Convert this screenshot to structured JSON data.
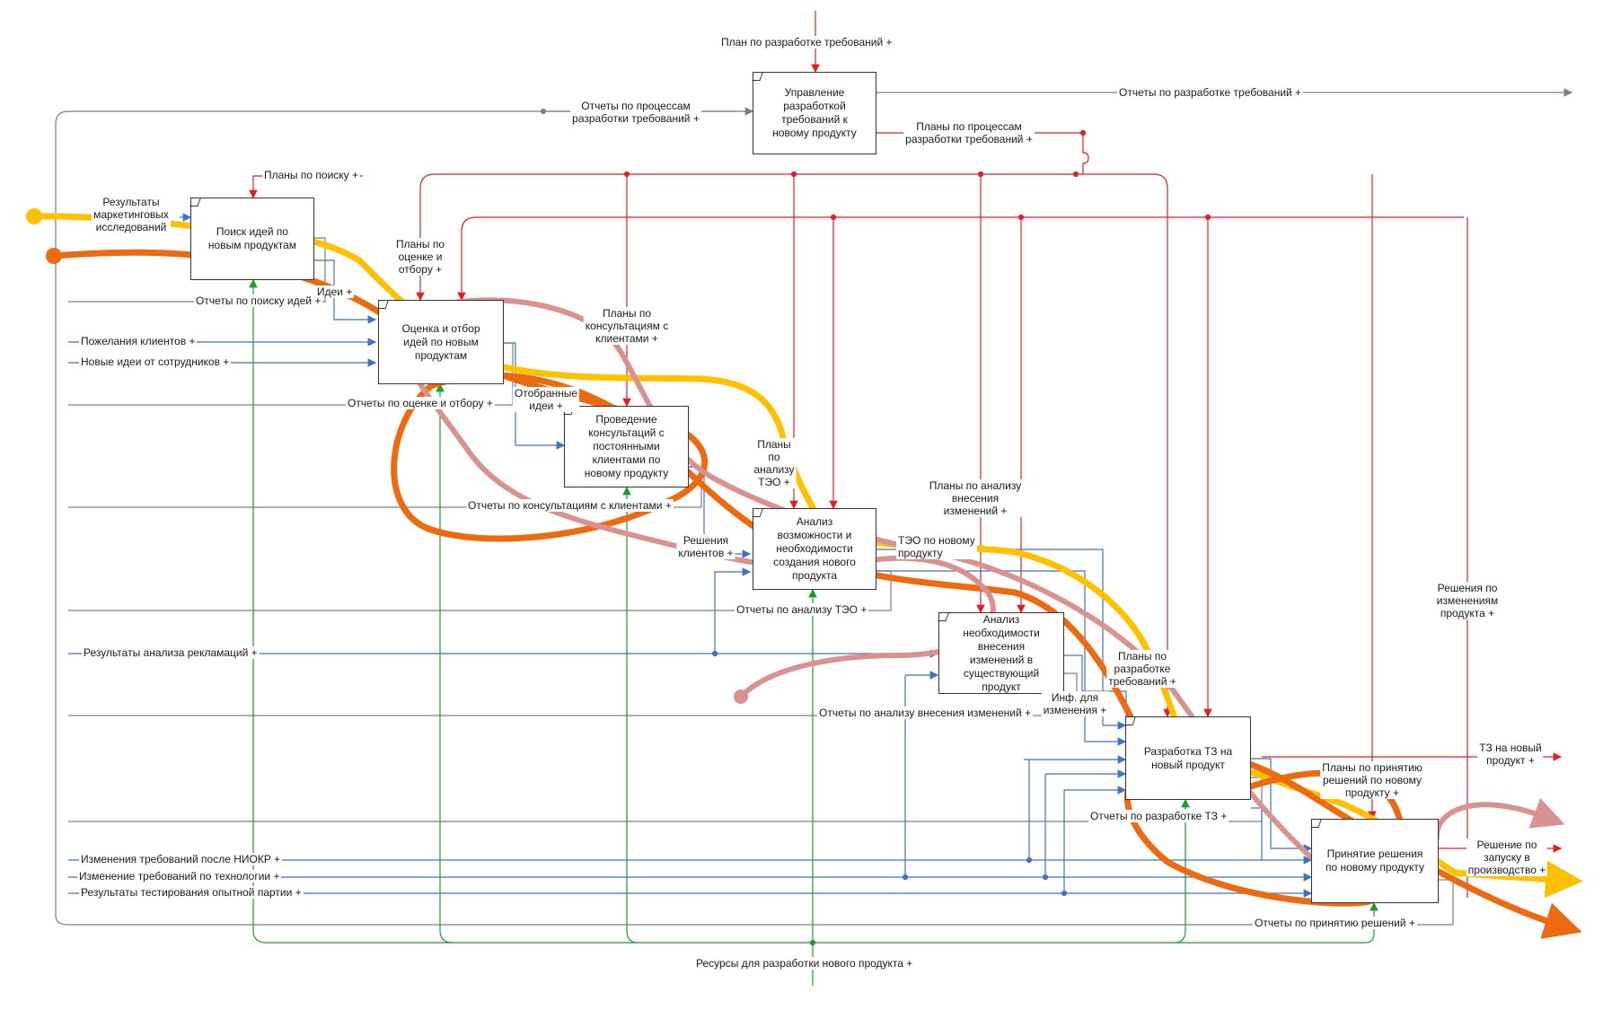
{
  "colors": {
    "control": "#e31e24",
    "input": "#3f72c4",
    "mechanism": "#1a9e2b",
    "output": "#7f7f7f",
    "highlight_yellow": "#ffc000",
    "highlight_orange": "#ee6a10",
    "highlight_pink": "#d9928f"
  },
  "boxes": {
    "b0": "Управление\nразработкой\nтребований к\nновому продукту",
    "b1": "Поиск идей по\nновым продуктам",
    "b2": "Оценка и отбор\nидей по новым\nпродуктам",
    "b3": "Проведение\nконсультаций с\nпостоянными\nклиентами по\nновому продукту",
    "b4": "Анализ\nвозможности и\nнеобходимости\nсоздания нового\nпродукта",
    "b5": "Анализ\nнеобходимости\nвнесения\nизменений в\nсуществующий\nпродукт",
    "b6": "Разработка ТЗ на\nновый продукт",
    "b7": "Принятие решения\nпо новому продукту"
  },
  "arrows": {
    "plan_req": "План по разработке требований +",
    "rep_req": "Отчеты по разработке требований +",
    "rep_proc": "Отчеты по процессам\nразработки требований +",
    "plans_proc": "Планы по процессам\nразработки требований +",
    "plans_search": "Планы по поиску +",
    "mkt_results": "Результаты\nмаркетинговых\nисследований",
    "rep_search": "Отчеты по поиску идей +",
    "ideas": "Идеи +",
    "plans_eval": "Планы по\nоценке и\nотбору +",
    "wishes": "Пожелания клиентов +",
    "new_ideas": "Новые идеи от сотрудников +",
    "rep_eval": "Отчеты по оценке и отбору +",
    "selected": "Отобранные\nидеи +",
    "plans_consult": "Планы по\nконсультациям с\nклиентами +",
    "rep_consult": "Отчеты по консультациям с клиентами +",
    "decisions": "Решения\nклиентов +",
    "plans_teo": "Планы\nпо\nанализу\nТЭО +",
    "teo": "ТЭО по новому\nпродукту",
    "rep_teo": "Отчеты по анализу ТЭО +",
    "plans_changes": "Планы по анализу\nвнесения\nизменений +",
    "complaints": "Результаты анализа рекламаций +",
    "rep_changes": "Отчеты по анализу внесения изменений +",
    "info_changes": "Инф. для\nизменения +",
    "plans_tz": "Планы по\nразработке\nтребований +",
    "tz": "ТЗ на новый\nпродукт +",
    "rep_tz": "Отчеты по разработке ТЗ +",
    "plans_decision": "Планы по принятию\nрешений по новому\nпродукту +",
    "decisions_changes": "Решения по\nизменениям\nпродукта +",
    "launch_decision": "Решение по\nзапуску в\nпроизводство +",
    "req_niokr": "Изменения требований после НИОКР +",
    "req_tech": "Изменение требований по технологии +",
    "test_results": "Результаты тестирования опытной партии +",
    "rep_decisions": "Отчеты по принятию решений +",
    "resources": "Ресурсы для разработки нового продукта +"
  }
}
